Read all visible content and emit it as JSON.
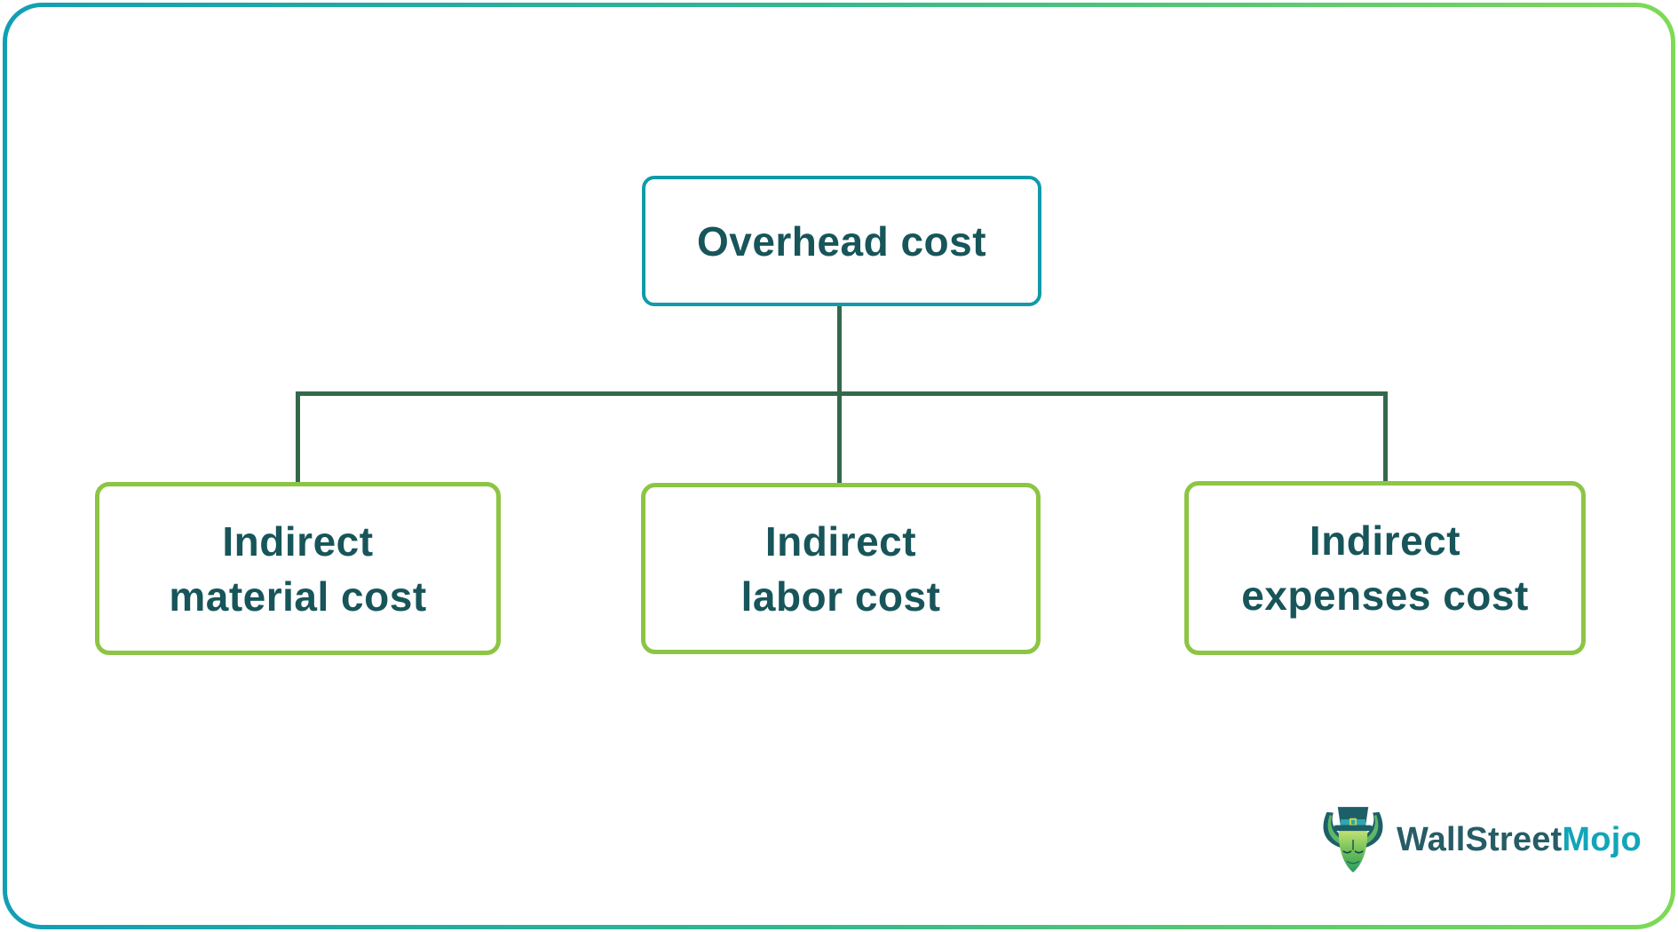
{
  "diagram": {
    "root": {
      "label": "Overhead cost"
    },
    "children": [
      {
        "label": "Indirect\nmaterial cost"
      },
      {
        "label": "Indirect\nlabor cost"
      },
      {
        "label": "Indirect\nexpenses cost"
      }
    ]
  },
  "logo": {
    "brand_primary": "WallStreet",
    "brand_accent": "Mojo"
  },
  "colors": {
    "root_box_border": "#129aa8",
    "child_box_border": "#8cc544",
    "node_text": "#17555a",
    "connector_line": "#34684c",
    "frame_gradient_start": "#119fb4",
    "frame_gradient_end": "#7eda55",
    "logo_text_primary": "#265c66",
    "logo_text_accent": "#12a5b8"
  }
}
